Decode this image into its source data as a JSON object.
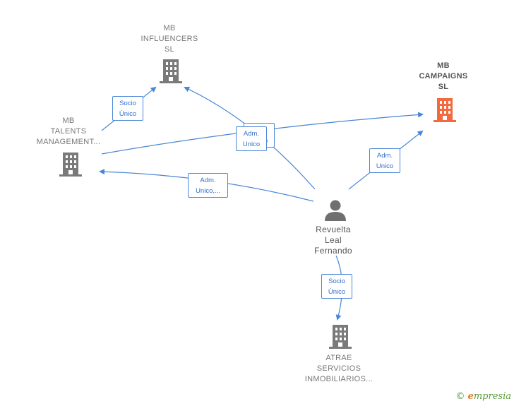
{
  "nodes": {
    "mb_influencers": {
      "lines": [
        "MB",
        "INFLUENCERS",
        "SL"
      ]
    },
    "mb_campaigns": {
      "lines": [
        "MB",
        "CAMPAIGNS",
        "SL"
      ]
    },
    "mb_talents": {
      "lines": [
        "MB",
        "TALENTS",
        "MANAGEMENT..."
      ]
    },
    "person": {
      "lines": [
        "Revuelta",
        "Leal",
        "Fernando"
      ]
    },
    "atrae": {
      "lines": [
        "ATRAE",
        "SERVICIOS",
        "INMOBILIARIOS..."
      ]
    }
  },
  "edges": {
    "talents_influencers": {
      "lines": [
        "Socio",
        "Único"
      ]
    },
    "person_influencers": {
      "lines": [
        "Adm.",
        "Unico"
      ]
    },
    "talents_campaigns": {
      "lines": [
        "Adm.",
        "Unico"
      ]
    },
    "person_campaigns": {
      "lines": [
        "Adm.",
        "Unico"
      ]
    },
    "person_talents": {
      "lines": [
        "Adm.",
        "Unico,..."
      ]
    },
    "person_atrae": {
      "lines": [
        "Socio",
        "Único"
      ]
    }
  },
  "colors": {
    "edge": "#4a86d6",
    "company_icon": "#7a7a7a",
    "highlight_icon": "#f26a3d",
    "person_icon": "#6f6f6f"
  },
  "icons": {
    "company": "building-icon",
    "person": "person-icon"
  },
  "footer": {
    "copyright_symbol": "©",
    "brand_initial": "e",
    "brand_rest": "mpresia"
  }
}
